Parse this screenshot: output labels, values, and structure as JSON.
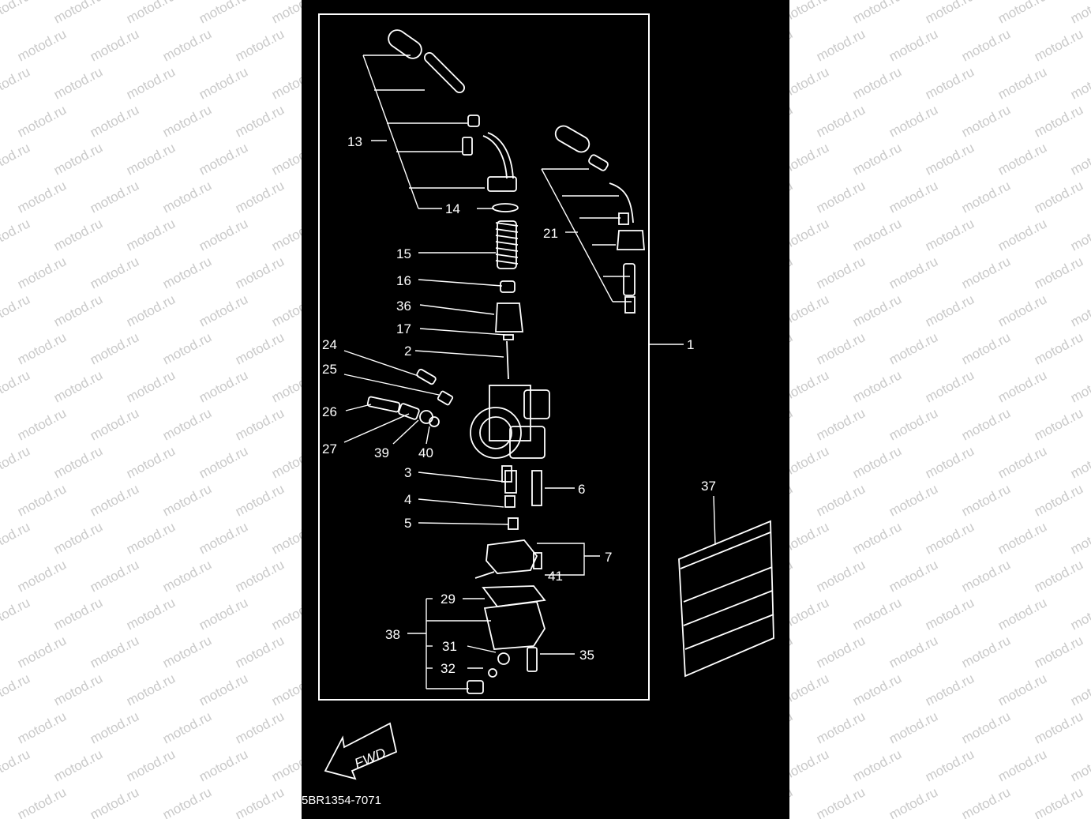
{
  "watermark": {
    "text": "motod.ru",
    "color": "#c9c9c9"
  },
  "colors": {
    "background": "#000000",
    "line": "#ffffff",
    "page": "#ffffff"
  },
  "callouts": [
    "1",
    "2",
    "3",
    "4",
    "5",
    "6",
    "7",
    "13",
    "14",
    "15",
    "16",
    "17",
    "21",
    "24",
    "25",
    "26",
    "27",
    "29",
    "31",
    "32",
    "35",
    "36",
    "37",
    "38",
    "39",
    "40",
    "41"
  ],
  "fwd_label": "FWD",
  "code": "5BR1354-7071"
}
